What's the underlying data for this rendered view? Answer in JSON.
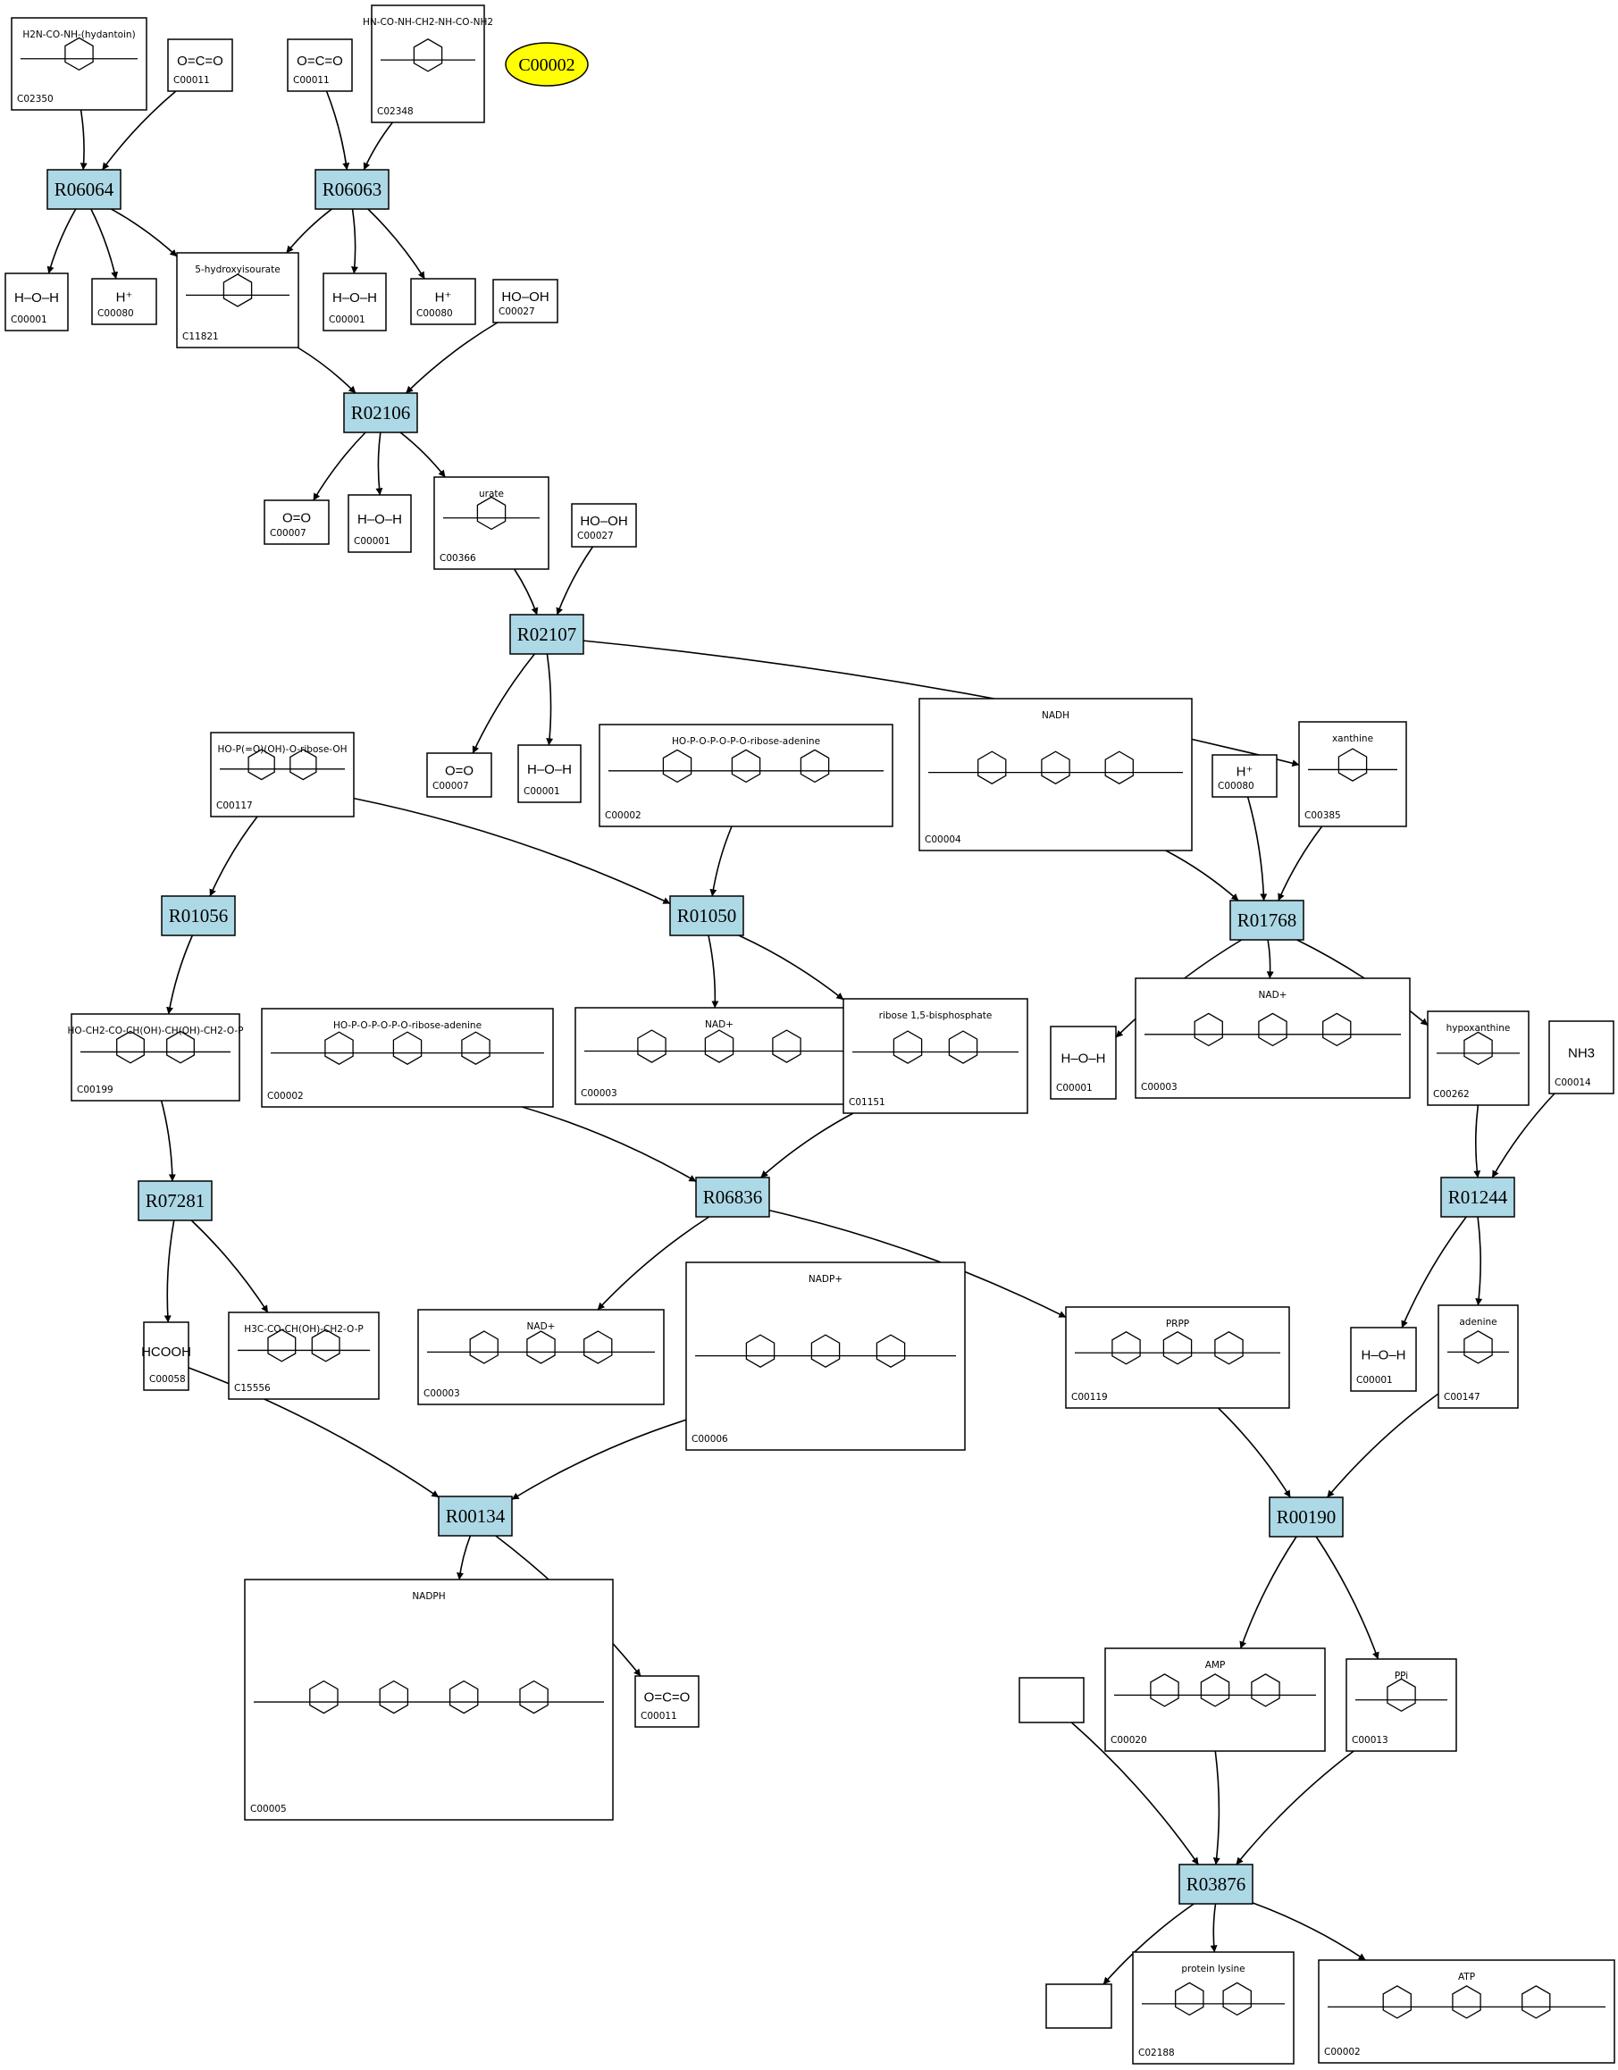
{
  "highlight": {
    "id": "C00002",
    "color": "#ffff00"
  },
  "reaction_color": "#add8e6",
  "reactions": [
    "R06064",
    "R06063",
    "R02106",
    "R02107",
    "R01056",
    "R01050",
    "R01768",
    "R07281",
    "R06836",
    "R01244",
    "R00134",
    "R00190",
    "R03876"
  ],
  "compounds": [
    {
      "key": "c02350",
      "id": "C02350",
      "formula": "H2N-CO-NH-(hydantoin)"
    },
    {
      "key": "c00011a",
      "id": "C00011",
      "formula": "O=C=O"
    },
    {
      "key": "c00011b",
      "id": "C00011",
      "formula": "O=C=O"
    },
    {
      "key": "c02348",
      "id": "C02348",
      "formula": "HN-CO-NH-CH2-NH-CO-NH2"
    },
    {
      "key": "c00001a",
      "id": "C00001",
      "formula": "H–O–H"
    },
    {
      "key": "c00080a",
      "id": "C00080",
      "formula": "H⁺"
    },
    {
      "key": "c11821",
      "id": "C11821",
      "formula": "5-hydroxyisourate"
    },
    {
      "key": "c00001b",
      "id": "C00001",
      "formula": "H–O–H"
    },
    {
      "key": "c00080b",
      "id": "C00080",
      "formula": "H⁺"
    },
    {
      "key": "c00027a",
      "id": "C00027",
      "formula": "HO–OH"
    },
    {
      "key": "c00007a",
      "id": "C00007",
      "formula": "O=O"
    },
    {
      "key": "c00001c",
      "id": "C00001",
      "formula": "H–O–H"
    },
    {
      "key": "c00366",
      "id": "C00366",
      "formula": "urate"
    },
    {
      "key": "c00027b",
      "id": "C00027",
      "formula": "HO–OH"
    },
    {
      "key": "c00007b",
      "id": "C00007",
      "formula": "O=O"
    },
    {
      "key": "c00001d",
      "id": "C00001",
      "formula": "H–O–H"
    },
    {
      "key": "c00117",
      "id": "C00117",
      "formula": "HO-P(=O)(OH)-O-ribose-OH"
    },
    {
      "key": "c00002a",
      "id": "C00002",
      "formula": "HO-P-O-P-O-P-O-ribose-adenine"
    },
    {
      "key": "c00004",
      "id": "C00004",
      "formula": "NADH"
    },
    {
      "key": "c00080c",
      "id": "C00080",
      "formula": "H⁺"
    },
    {
      "key": "c00385",
      "id": "C00385",
      "formula": "xanthine"
    },
    {
      "key": "c00199",
      "id": "C00199",
      "formula": "HO-CH2-CO-CH(OH)-CH(OH)-CH2-O-P"
    },
    {
      "key": "c00002b",
      "id": "C00002",
      "formula": "HO-P-O-P-O-P-O-ribose-adenine"
    },
    {
      "key": "c00003a",
      "id": "C00003",
      "formula": "NAD+"
    },
    {
      "key": "c01151",
      "id": "C01151",
      "formula": "ribose 1,5-bisphosphate"
    },
    {
      "key": "c00001e",
      "id": "C00001",
      "formula": "H–O–H"
    },
    {
      "key": "c00003b",
      "id": "C00003",
      "formula": "NAD+"
    },
    {
      "key": "c00262",
      "id": "C00262",
      "formula": "hypoxanthine"
    },
    {
      "key": "c00014",
      "id": "C00014",
      "formula": "NH3"
    },
    {
      "key": "c00058",
      "id": "C00058",
      "formula": "HCOOH"
    },
    {
      "key": "c15556",
      "id": "C15556",
      "formula": "H3C-CO-CH(OH)-CH2-O-P"
    },
    {
      "key": "c00003c",
      "id": "C00003",
      "formula": "NAD+"
    },
    {
      "key": "c00006",
      "id": "C00006",
      "formula": "NADP+"
    },
    {
      "key": "c00119",
      "id": "C00119",
      "formula": "PRPP"
    },
    {
      "key": "c00001f",
      "id": "C00001",
      "formula": "H–O–H"
    },
    {
      "key": "c00147",
      "id": "C00147",
      "formula": "adenine"
    },
    {
      "key": "c00005",
      "id": "C00005",
      "formula": "NADPH"
    },
    {
      "key": "c00011c",
      "id": "C00011",
      "formula": "O=C=O"
    },
    {
      "key": "c00020",
      "id": "C00020",
      "formula": "AMP"
    },
    {
      "key": "c00013",
      "id": "C00013",
      "formula": "PPi"
    },
    {
      "key": "blank1",
      "id": "",
      "formula": ""
    },
    {
      "key": "blank2",
      "id": "",
      "formula": ""
    },
    {
      "key": "c02188",
      "id": "C02188",
      "formula": "protein lysine"
    },
    {
      "key": "c00002c",
      "id": "C00002",
      "formula": "ATP"
    }
  ]
}
